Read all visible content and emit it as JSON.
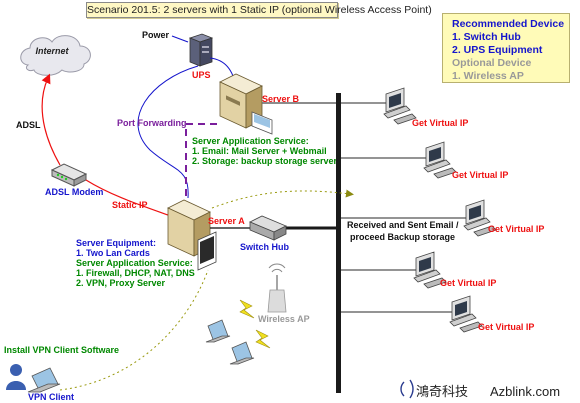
{
  "title": "Scenario 201.5: 2 servers with 1 Static IP (optional Wireless Access Point)",
  "recommended": {
    "heading": "Recommended Device",
    "item1": "1. Switch Hub",
    "item2": "2. UPS Equipment",
    "optional_heading": "Optional Device",
    "optional_item1": "1. Wireless AP"
  },
  "labels": {
    "internet": "Internet",
    "power": "Power",
    "ups": "UPS",
    "adsl": "ADSL",
    "adsl_modem": "ADSL Modem",
    "static_ip": "Static IP",
    "port_forwarding": "Port Forwarding",
    "server_b": "Server B",
    "server_a": "Server A",
    "switch_hub": "Switch Hub",
    "wireless_ap": "Wireless AP",
    "install_vpn": "Install VPN Client Software",
    "vpn_client": "VPN Client",
    "received_sent_1": "Received and Sent Email /",
    "received_sent_2": "proceed Backup storage",
    "get_virtual_ip": "Get Virtual IP"
  },
  "server_b_service": {
    "heading": "Server Application Service:",
    "line1": "1. Email: Mail Server + Webmail",
    "line2": "2. Storage: backup storage server"
  },
  "server_a_equipment": {
    "heading": "Server Equipment:",
    "line1": "1. Two Lan Cards",
    "heading2": "Server Application Service:",
    "line2": "1. Firewall, DHCP, NAT, DNS",
    "line3": "2. VPN, Proxy Server"
  },
  "brand": {
    "chinese": "鴻奇科技",
    "site": "Azblink.com"
  },
  "colors": {
    "red": "#ee1111",
    "blue": "#1515cc",
    "green": "#008800",
    "purple": "#7a1f9c",
    "title_bg": "#fff8c4",
    "bus": "#1a1a1a"
  }
}
